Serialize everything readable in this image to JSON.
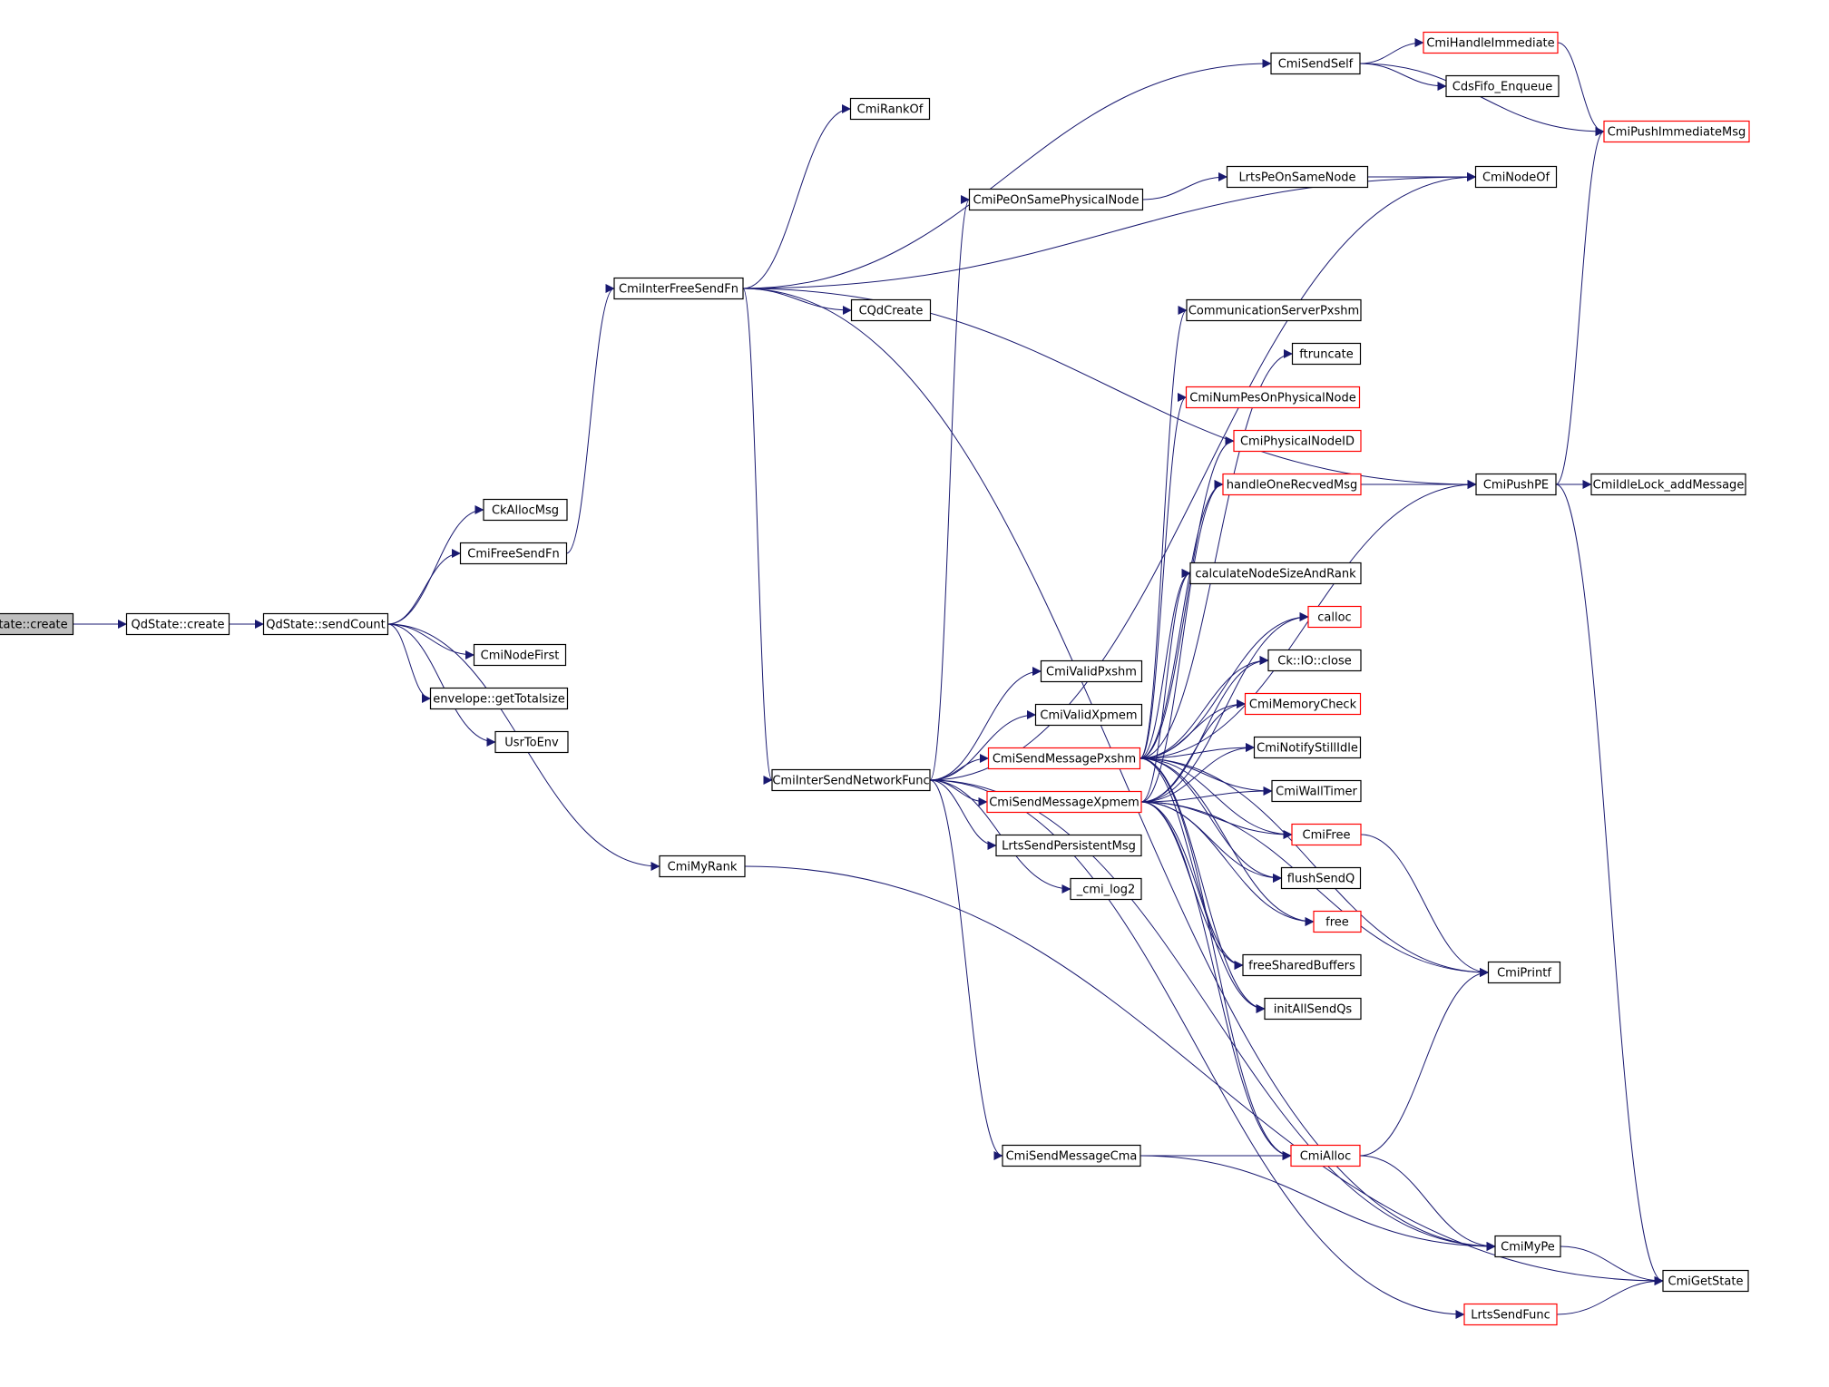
{
  "colors": {
    "edge": "#191970",
    "box_border": "#000000",
    "box_border_incomplete": "#ff0000",
    "root_fill": "#bfbfbf",
    "box_fill": "#ffffff",
    "text": "#000000"
  },
  "nodes": [
    {
      "id": "ckcorestate_create",
      "label": "CkCoreState::create",
      "root": true
    },
    {
      "id": "qdstate_create",
      "label": "QdState::create"
    },
    {
      "id": "qdstate_sendcount",
      "label": "QdState::sendCount"
    },
    {
      "id": "ckallocmsg",
      "label": "CkAllocMsg"
    },
    {
      "id": "cmifreesendfn",
      "label": "CmiFreeSendFn"
    },
    {
      "id": "cminodefirst",
      "label": "CmiNodeFirst"
    },
    {
      "id": "envelope_gettotalsize",
      "label": "envelope::getTotalsize"
    },
    {
      "id": "usrtoenv",
      "label": "UsrToEnv"
    },
    {
      "id": "cmiinterfreesendfn",
      "label": "CmiInterFreeSendFn"
    },
    {
      "id": "cmimyrank",
      "label": "CmiMyRank"
    },
    {
      "id": "cmirankof",
      "label": "CmiRankOf"
    },
    {
      "id": "cqdcreate",
      "label": "CQdCreate"
    },
    {
      "id": "cmisendself",
      "label": "CmiSendSelf"
    },
    {
      "id": "cmihandleimmediate",
      "label": "CmiHandleImmediate",
      "incomplete": true
    },
    {
      "id": "cdsfifo_enqueue",
      "label": "CdsFifo_Enqueue"
    },
    {
      "id": "cmipushimmediatemsg",
      "label": "CmiPushImmediateMsg",
      "incomplete": true
    },
    {
      "id": "cmipeonsamephysicalnode",
      "label": "CmiPeOnSamePhysicalNode"
    },
    {
      "id": "lrtspeonsamenode",
      "label": "LrtsPeOnSameNode"
    },
    {
      "id": "cminodeof",
      "label": "CmiNodeOf"
    },
    {
      "id": "communicationserverpxshm",
      "label": "CommunicationServerPxshm"
    },
    {
      "id": "ftruncate",
      "label": "ftruncate"
    },
    {
      "id": "cminumpesonphysicalnode",
      "label": "CmiNumPesOnPhysicalNode",
      "incomplete": true
    },
    {
      "id": "cmiphysicalnodeid",
      "label": "CmiPhysicalNodeID",
      "incomplete": true
    },
    {
      "id": "handleonerecvedmsg",
      "label": "handleOneRecvedMsg",
      "incomplete": true
    },
    {
      "id": "cmipushpe",
      "label": "CmiPushPE"
    },
    {
      "id": "cmiidlelock_addmessage",
      "label": "CmiIdleLock_addMessage"
    },
    {
      "id": "calculatenodesizeandrank",
      "label": "calculateNodeSizeAndRank"
    },
    {
      "id": "calloc",
      "label": "calloc",
      "incomplete": true
    },
    {
      "id": "ck_io_close",
      "label": "Ck::IO::close"
    },
    {
      "id": "cmimemorycheck",
      "label": "CmiMemoryCheck",
      "incomplete": true
    },
    {
      "id": "cminotifystillidle",
      "label": "CmiNotifyStillIdle"
    },
    {
      "id": "cmiwalltimer",
      "label": "CmiWallTimer"
    },
    {
      "id": "cmifree",
      "label": "CmiFree",
      "incomplete": true
    },
    {
      "id": "flushsendq",
      "label": "flushSendQ"
    },
    {
      "id": "free",
      "label": "free",
      "incomplete": true
    },
    {
      "id": "freesharedbuffers",
      "label": "freeSharedBuffers"
    },
    {
      "id": "initallsendqs",
      "label": "initAllSendQs"
    },
    {
      "id": "cmiprintf",
      "label": "CmiPrintf"
    },
    {
      "id": "cmivalidpxshm",
      "label": "CmiValidPxshm"
    },
    {
      "id": "cmivalidxpmem",
      "label": "CmiValidXpmem"
    },
    {
      "id": "cmiintersendnetworkfunc",
      "label": "CmiInterSendNetworkFunc"
    },
    {
      "id": "cmisendmessagepxshm",
      "label": "CmiSendMessagePxshm",
      "incomplete": true
    },
    {
      "id": "cmisendmessagexpmem",
      "label": "CmiSendMessageXpmem",
      "incomplete": true
    },
    {
      "id": "lrtssendpersistentmsg",
      "label": "LrtsSendPersistentMsg"
    },
    {
      "id": "cmi_log2",
      "label": "_cmi_log2"
    },
    {
      "id": "cmisendmessagecma",
      "label": "CmiSendMessageCma"
    },
    {
      "id": "cmialloc",
      "label": "CmiAlloc",
      "incomplete": true
    },
    {
      "id": "cmimype",
      "label": "CmiMyPe"
    },
    {
      "id": "cmigetstate",
      "label": "CmiGetState"
    },
    {
      "id": "lrtssendfunc",
      "label": "LrtsSendFunc",
      "incomplete": true
    }
  ],
  "edges": [
    [
      "ckcorestate_create",
      "qdstate_create"
    ],
    [
      "qdstate_create",
      "qdstate_sendcount"
    ],
    [
      "qdstate_sendcount",
      "ckallocmsg"
    ],
    [
      "qdstate_sendcount",
      "cmifreesendfn"
    ],
    [
      "qdstate_sendcount",
      "cminodefirst"
    ],
    [
      "qdstate_sendcount",
      "envelope_gettotalsize"
    ],
    [
      "qdstate_sendcount",
      "usrtoenv"
    ],
    [
      "qdstate_sendcount",
      "cmimyrank"
    ],
    [
      "cmifreesendfn",
      "cmiinterfreesendfn"
    ],
    [
      "cmiinterfreesendfn",
      "cmisendself"
    ],
    [
      "cmiinterfreesendfn",
      "cmirankof"
    ],
    [
      "cmiinterfreesendfn",
      "cminodeof"
    ],
    [
      "cmiinterfreesendfn",
      "cqdcreate"
    ],
    [
      "cmiinterfreesendfn",
      "cmipushpe"
    ],
    [
      "cmiinterfreesendfn",
      "cmiintersendnetworkfunc"
    ],
    [
      "cmiinterfreesendfn",
      "cmimype"
    ],
    [
      "cmisendself",
      "cmihandleimmediate"
    ],
    [
      "cmisendself",
      "cdsfifo_enqueue"
    ],
    [
      "cmisendself",
      "cmipushimmediatemsg"
    ],
    [
      "cmihandleimmediate",
      "cmipushimmediatemsg"
    ],
    [
      "cmipeonsamephysicalnode",
      "lrtspeonsamenode"
    ],
    [
      "lrtspeonsamenode",
      "cminodeof"
    ],
    [
      "handleonerecvedmsg",
      "cmipushpe"
    ],
    [
      "cmipushpe",
      "cmiidlelock_addmessage"
    ],
    [
      "cmipushpe",
      "cmipushimmediatemsg"
    ],
    [
      "cmipushpe",
      "cmigetstate"
    ],
    [
      "cmiintersendnetworkfunc",
      "cmipeonsamephysicalnode"
    ],
    [
      "cmiintersendnetworkfunc",
      "cminodeof"
    ],
    [
      "cmiintersendnetworkfunc",
      "cmivalidpxshm"
    ],
    [
      "cmiintersendnetworkfunc",
      "cmivalidxpmem"
    ],
    [
      "cmiintersendnetworkfunc",
      "cmisendmessagepxshm"
    ],
    [
      "cmiintersendnetworkfunc",
      "cmisendmessagexpmem"
    ],
    [
      "cmiintersendnetworkfunc",
      "lrtssendpersistentmsg"
    ],
    [
      "cmiintersendnetworkfunc",
      "cmi_log2"
    ],
    [
      "cmiintersendnetworkfunc",
      "cmisendmessagecma"
    ],
    [
      "cmiintersendnetworkfunc",
      "cmimype"
    ],
    [
      "cmiintersendnetworkfunc",
      "lrtssendfunc"
    ],
    [
      "cmisendmessagepxshm",
      "communicationserverpxshm"
    ],
    [
      "cmisendmessagepxshm",
      "ftruncate"
    ],
    [
      "cmisendmessagepxshm",
      "cminumpesonphysicalnode"
    ],
    [
      "cmisendmessagepxshm",
      "cmiphysicalnodeid"
    ],
    [
      "cmisendmessagepxshm",
      "handleonerecvedmsg"
    ],
    [
      "cmisendmessagepxshm",
      "calculatenodesizeandrank"
    ],
    [
      "cmisendmessagepxshm",
      "calloc"
    ],
    [
      "cmisendmessagepxshm",
      "ck_io_close"
    ],
    [
      "cmisendmessagepxshm",
      "cmimemorycheck"
    ],
    [
      "cmisendmessagepxshm",
      "cminotifystillidle"
    ],
    [
      "cmisendmessagepxshm",
      "cmiwalltimer"
    ],
    [
      "cmisendmessagepxshm",
      "cmifree"
    ],
    [
      "cmisendmessagepxshm",
      "flushsendq"
    ],
    [
      "cmisendmessagepxshm",
      "free"
    ],
    [
      "cmisendmessagepxshm",
      "freesharedbuffers"
    ],
    [
      "cmisendmessagepxshm",
      "initallsendqs"
    ],
    [
      "cmisendmessagepxshm",
      "cmialloc"
    ],
    [
      "cmisendmessagepxshm",
      "cmiprintf"
    ],
    [
      "cmisendmessagepxshm",
      "cmipushpe"
    ],
    [
      "cmisendmessagexpmem",
      "calloc"
    ],
    [
      "cmisendmessagexpmem",
      "ck_io_close"
    ],
    [
      "cmisendmessagexpmem",
      "cmimemorycheck"
    ],
    [
      "cmisendmessagexpmem",
      "cminotifystillidle"
    ],
    [
      "cmisendmessagexpmem",
      "cmiwalltimer"
    ],
    [
      "cmisendmessagexpmem",
      "cmifree"
    ],
    [
      "cmisendmessagexpmem",
      "flushsendq"
    ],
    [
      "cmisendmessagexpmem",
      "free"
    ],
    [
      "cmisendmessagexpmem",
      "freesharedbuffers"
    ],
    [
      "cmisendmessagexpmem",
      "initallsendqs"
    ],
    [
      "cmisendmessagexpmem",
      "cmialloc"
    ],
    [
      "cmisendmessagexpmem",
      "cmiprintf"
    ],
    [
      "cmisendmessagexpmem",
      "handleonerecvedmsg"
    ],
    [
      "cmisendmessagexpmem",
      "calculatenodesizeandrank"
    ],
    [
      "cmisendmessagecma",
      "cmialloc"
    ],
    [
      "cmisendmessagecma",
      "cmimype"
    ],
    [
      "cmifree",
      "cmiprintf"
    ],
    [
      "cmialloc",
      "cmiprintf"
    ],
    [
      "cmialloc",
      "cmimype"
    ],
    [
      "cmimype",
      "cmigetstate"
    ],
    [
      "lrtssendfunc",
      "cmigetstate"
    ],
    [
      "cmimyrank",
      "cmigetstate"
    ]
  ]
}
